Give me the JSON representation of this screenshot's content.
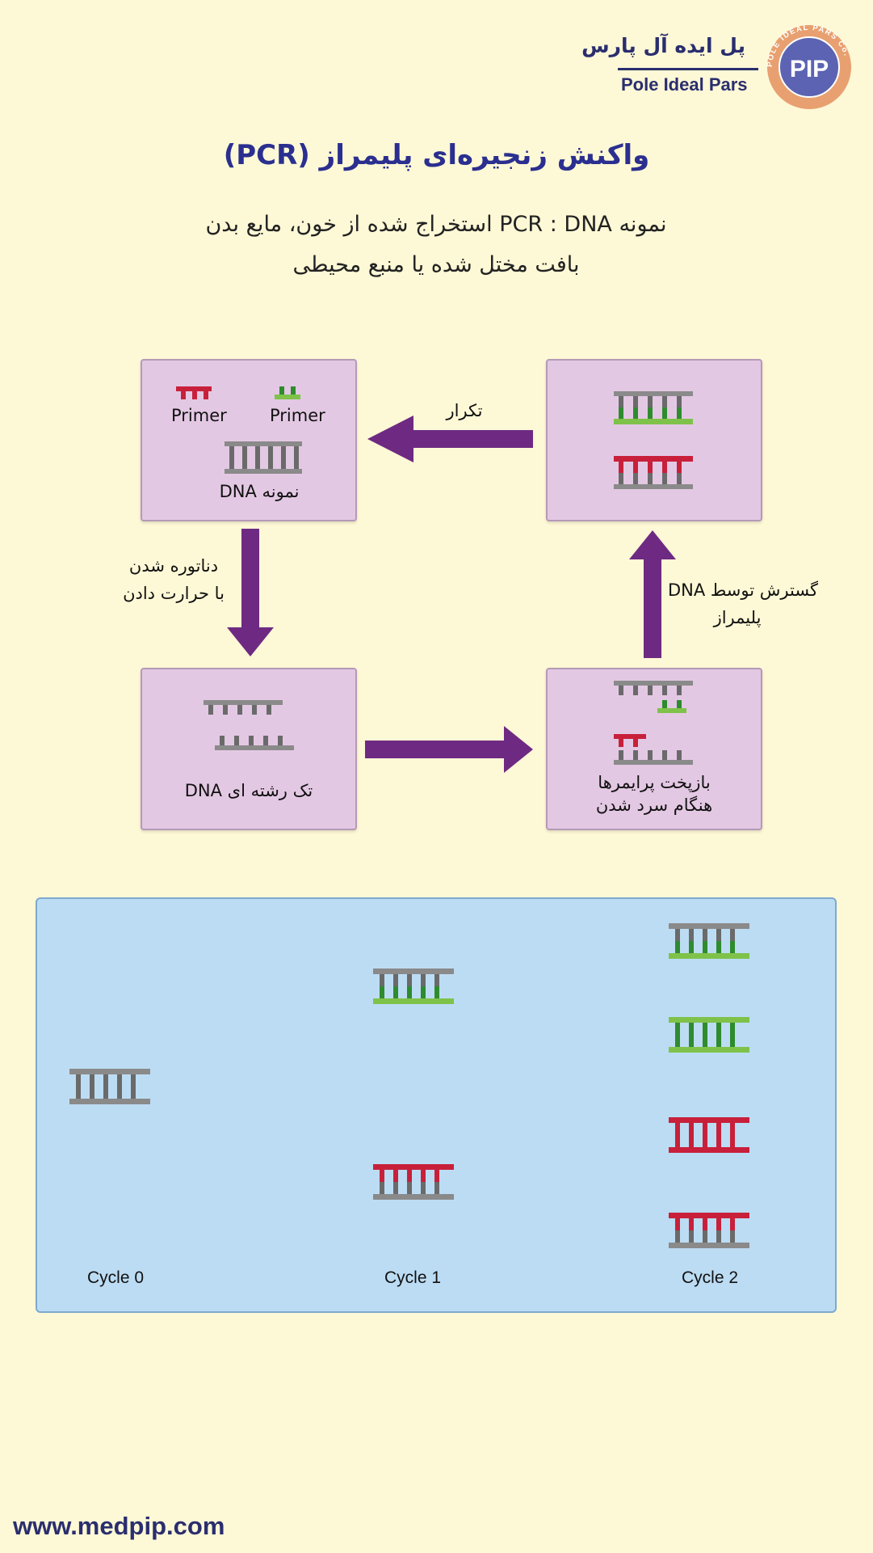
{
  "header": {
    "brand_fa": "پل ایده آل پارس",
    "brand_en": "Pole Ideal Pars",
    "logo_monogram": "PIP",
    "logo_ring_text": "POLE IDEAL PARS Co."
  },
  "title": "واکنش زنجیره‌ای پلیمراز (PCR)",
  "intro": {
    "line1": "نمونه PCR : DNA استخراج شده از خون، مایع بدن",
    "line2": "بافت مختل شده یا منبع محیطی"
  },
  "cycle_diagram": {
    "box1": {
      "primer_red": "Primer",
      "primer_green": "Primer",
      "sample": "نمونه DNA"
    },
    "box2": {
      "label": "تک رشته ای DNA"
    },
    "box3": {
      "label_line1": "بازپخت پرایمرها",
      "label_line2": "هنگام سرد شدن"
    },
    "arrow_down": {
      "line1": "دناتوره شدن",
      "line2": "با حرارت دادن"
    },
    "arrow_up": {
      "line1": "گسترش توسط DNA",
      "line2": "پلیمراز"
    },
    "arrow_left": {
      "label": "تکرار"
    }
  },
  "amplification": {
    "cycle0": "Cycle 0",
    "cycle1": "Cycle 1",
    "cycle2": "Cycle 2"
  },
  "footer": {
    "website": "www.medpip.com"
  },
  "colors": {
    "background": "#fdf8d6",
    "purple_arrow": "#6e2a82",
    "box_fill": "#e3c8e3",
    "panel_fill": "#bcdcf3",
    "strand_gray": "#8a8a8a",
    "strand_red": "#c8203a",
    "strand_green": "#7fc24a",
    "brand_blue": "#2a2e6e",
    "logo_ring": "#e8a070"
  }
}
